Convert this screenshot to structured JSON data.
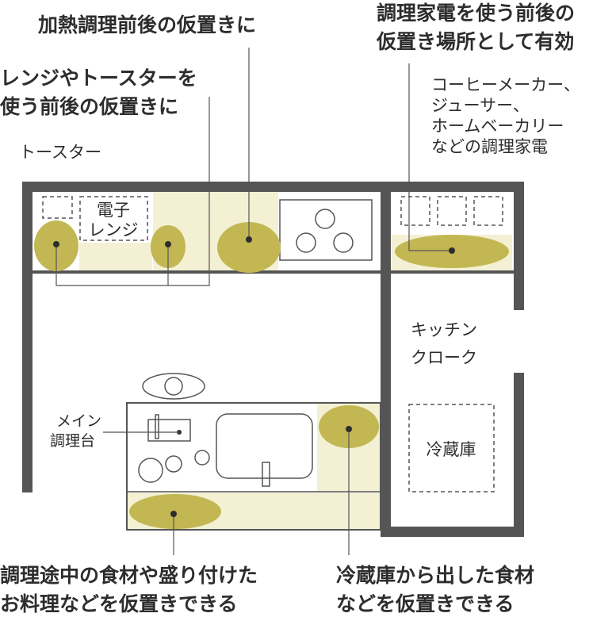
{
  "labels": {
    "heating": "加熱調理前後の仮置きに",
    "range_line1": "レンジやトースターを",
    "range_line2": "使う前後の仮置きに",
    "toaster": "トースター",
    "microwave_line1": "電子",
    "microwave_line2": "レンジ",
    "appliance_line1": "調理家電を使う前後の",
    "appliance_line2": "仮置き場所として有効",
    "appliance_list": [
      "コーヒーメーカー、",
      "ジューサー、",
      "ホームベーカリー",
      "などの調理家電"
    ],
    "closet_line1": "キッチン",
    "closet_line2": "クローク",
    "main_counter_line1": "メイン",
    "main_counter_line2": "調理台",
    "fridge": "冷蔵庫",
    "bottom_left_line1": "調理途中の食材や盛り付けた",
    "bottom_left_line2": "お料理などを仮置きできる",
    "bottom_right_line1": "冷蔵庫から出した食材",
    "bottom_right_line2": "などを仮置きできる"
  },
  "colors": {
    "wall": "#555555",
    "zone": "#f3f0d4",
    "highlight": "#c3b753",
    "text": "#2d2d2d"
  }
}
